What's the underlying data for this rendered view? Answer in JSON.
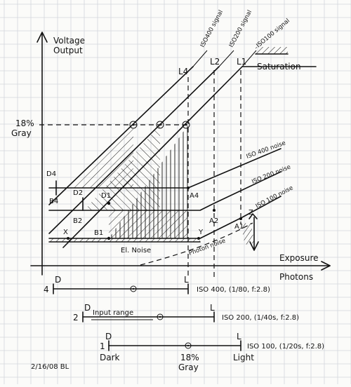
{
  "axes": {
    "y_title_line1": "Voltage",
    "y_title_line2": "Output",
    "x_label": "Exposure",
    "x_sub_label": "Photons",
    "gray_line1": "18%",
    "gray_line2": "Gray"
  },
  "curves": {
    "l4": "L4",
    "l2": "L2",
    "l1": "L1",
    "sig400": "ISO400 signal",
    "sig200": "ISO200 signal",
    "sig100": "ISO100 signal",
    "saturation": "Saturation"
  },
  "noise": {
    "iso400": "ISO 400 noise",
    "iso200": "ISO 200 noise",
    "iso100": "ISO 100 noise",
    "electronic": "El. Noise",
    "photon": "Photon noise"
  },
  "points": {
    "d4": "D4",
    "b4": "B4",
    "d2": "D2",
    "b2": "B2",
    "d1": "D1",
    "b1": "B1",
    "x": "X",
    "y": "Y",
    "a4": "A4",
    "a2": "A2",
    "a1": "A1",
    "z": "Z"
  },
  "ranges": {
    "r400_d": "D",
    "r400_l": "L",
    "r400_stops": "4",
    "r400_caption": "ISO 400, (1/80, f:2.8)",
    "r200_d": "D",
    "r200_l": "L",
    "r200_stops": "2",
    "r200_input": "Input range",
    "r200_caption": "ISO 200, (1/40s, f:2.8)",
    "r100_d": "D",
    "r100_l": "L",
    "r100_stops": "1",
    "r100_caption": "ISO 100, (1/20s, f:2.8)",
    "dark": "Dark",
    "light": "Light",
    "gray1": "18%",
    "gray2": "Gray"
  },
  "signature": "2/16/08 BL"
}
